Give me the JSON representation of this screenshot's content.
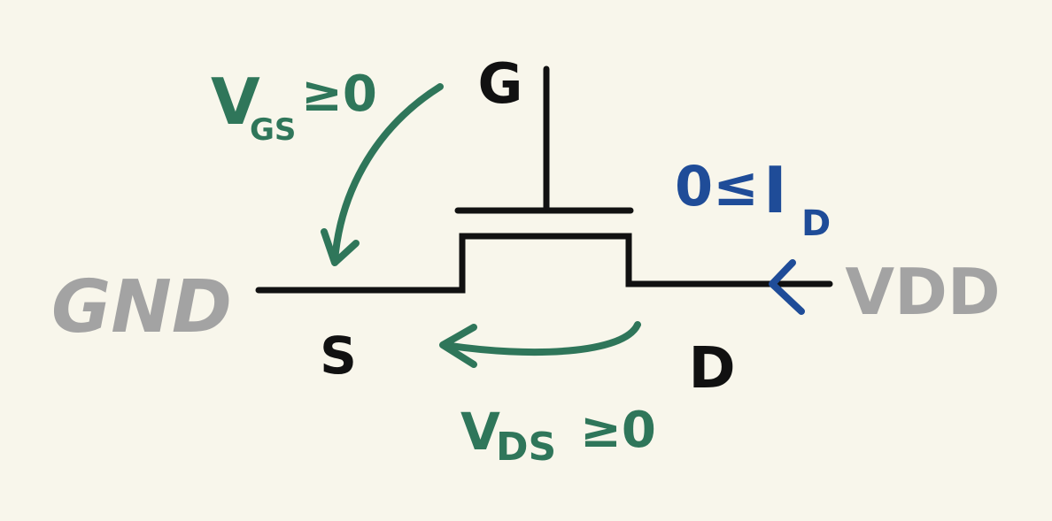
{
  "terminals": {
    "gate": "G",
    "source": "S",
    "drain": "D"
  },
  "rails": {
    "ground": "GND",
    "supply": "VDD"
  },
  "annotations": {
    "vgs": {
      "symbol": "V",
      "subscript": "GS",
      "relation": "≥0"
    },
    "vds": {
      "symbol": "V",
      "subscript": "DS",
      "relation": "≥0"
    },
    "id": {
      "prefix": "0≤",
      "symbol": "I",
      "subscript": "D"
    }
  },
  "colors": {
    "background": "#f8f6eb",
    "wire": "#111111",
    "voltage": "#2f765a",
    "current": "#1f4c98",
    "rail": "#a3a3a3"
  }
}
